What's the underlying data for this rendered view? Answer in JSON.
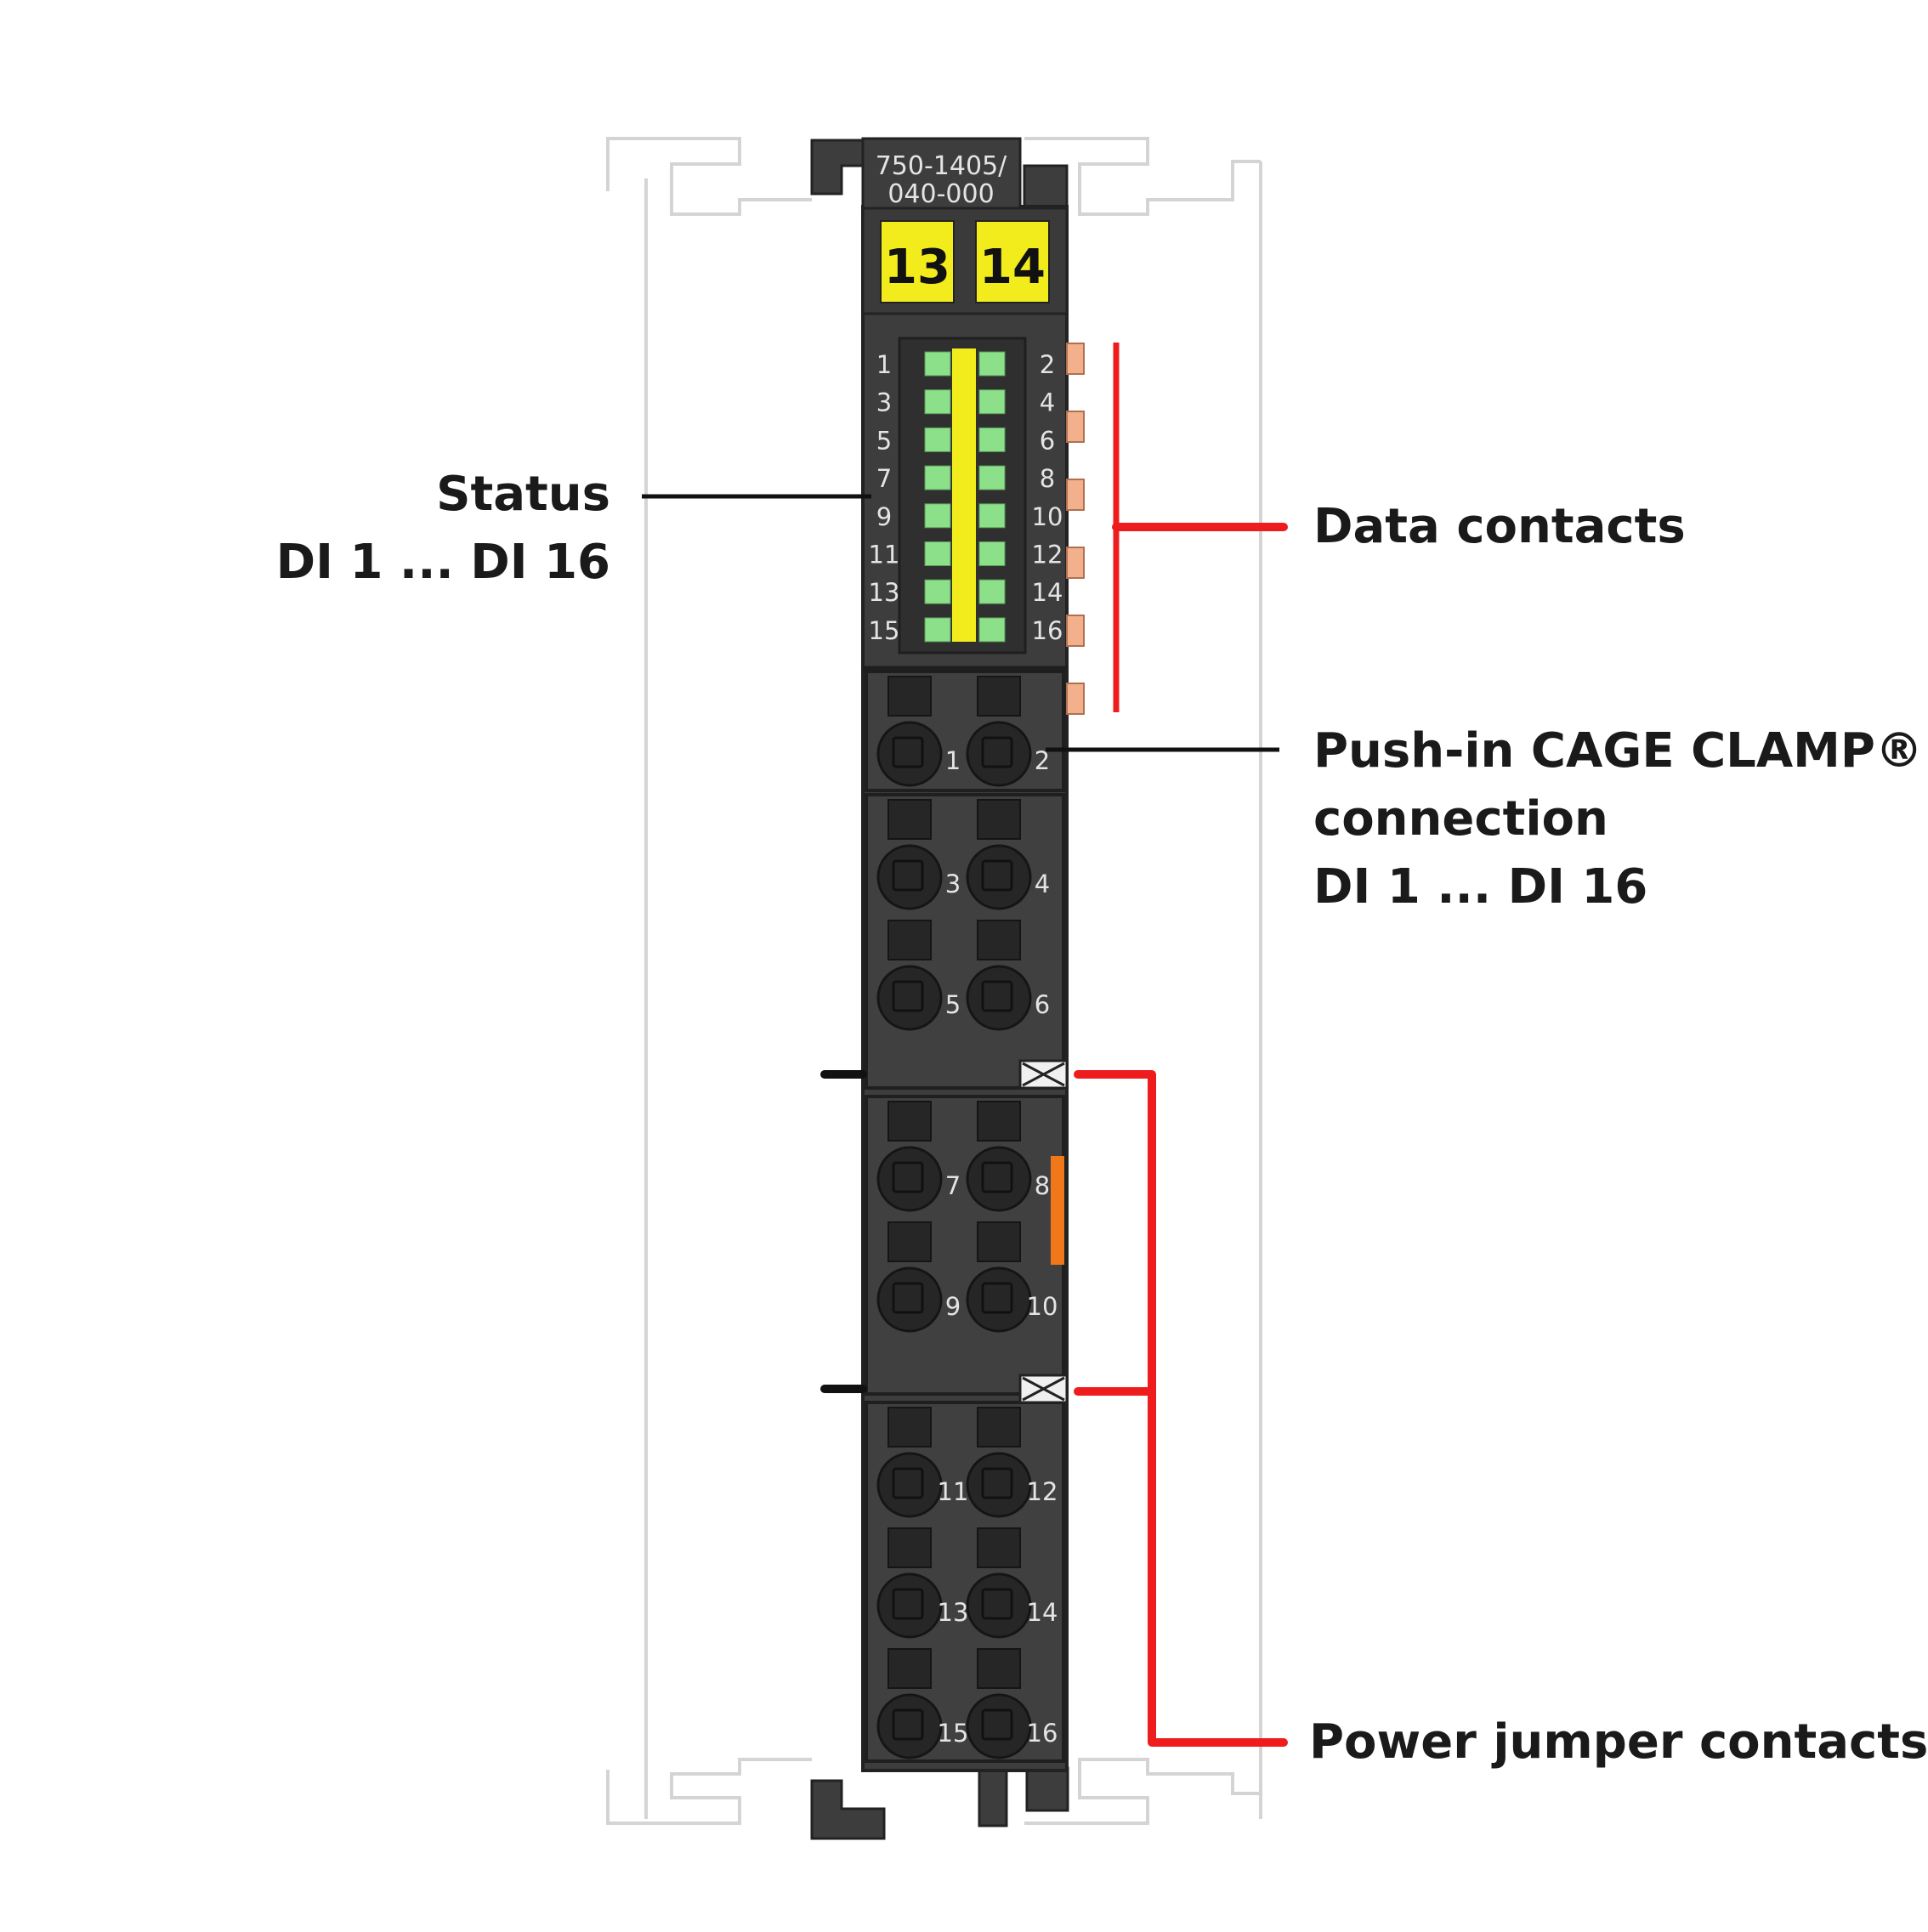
{
  "module": {
    "part_number_line1": "750-1405/",
    "part_number_line2": "040-000",
    "markers": [
      "13",
      "14"
    ]
  },
  "status_leds": {
    "left_numbers": [
      "1",
      "3",
      "5",
      "7",
      "9",
      "11",
      "13",
      "15"
    ],
    "right_numbers": [
      "2",
      "4",
      "6",
      "8",
      "10",
      "12",
      "14",
      "16"
    ]
  },
  "terminal_groups": [
    {
      "rows": [
        [
          "1",
          "2"
        ]
      ]
    },
    {
      "rows": [
        [
          "3",
          "4"
        ],
        [
          "5",
          "6"
        ]
      ]
    },
    {
      "rows": [
        [
          "7",
          "8"
        ],
        [
          "9",
          "10"
        ]
      ]
    },
    {
      "rows": [
        [
          "11",
          "12"
        ],
        [
          "13",
          "14"
        ],
        [
          "15",
          "16"
        ]
      ]
    }
  ],
  "labels": {
    "status_line1": "Status",
    "status_line2": "DI 1 ... DI 16",
    "data_contacts": "Data contacts",
    "pushin_line1": "Push-in CAGE CLAMP®",
    "pushin_line2": "connection",
    "pushin_line3": "DI 1 ... DI 16",
    "power_jumper": "Power jumper contacts"
  },
  "colors": {
    "housing": "#3d3d3d",
    "housing_dark": "#2a2a2a",
    "marker_yellow": "#f3ec1c",
    "led_green": "#8de08a",
    "led_yellow": "#f3ec1c",
    "contact_orange": "#f2b08c",
    "jumper_orange": "#f07818",
    "callout_red": "#ee1c1c",
    "rail_outline": "#d4d4d4"
  }
}
